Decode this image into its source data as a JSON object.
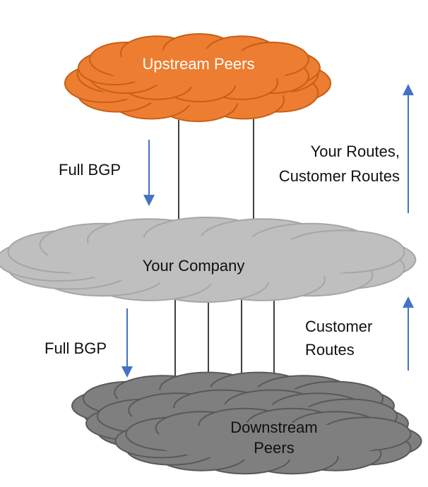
{
  "clouds": {
    "upstream": {
      "label": "Upstream Peers",
      "fill": "#ED7D31",
      "stroke": "#C65F16"
    },
    "company": {
      "label": "Your Company",
      "fill": "#BFBFBF",
      "stroke": "#A6A6A6"
    },
    "downstream": {
      "label_line1": "Downstream",
      "label_line2": "Peers",
      "fill": "#7F7F7F",
      "stroke": "#595959"
    }
  },
  "annotations": {
    "full_bgp_upper": "Full BGP",
    "full_bgp_lower": "Full BGP",
    "your_routes_line1": "Your Routes,",
    "your_routes_line2": "Customer Routes",
    "customer_routes_line1": "Customer",
    "customer_routes_line2": "Routes"
  },
  "colors": {
    "arrow": "#4472C4",
    "link": "#000000"
  }
}
